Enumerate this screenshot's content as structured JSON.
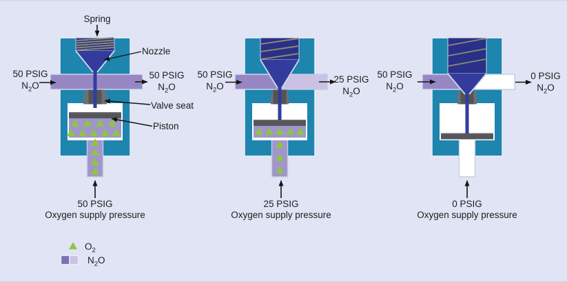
{
  "molecules": {
    "o2": {
      "pre": "O",
      "sub": "2",
      "post": ""
    },
    "n2o": {
      "pre": "N",
      "sub": "2",
      "post": "O"
    }
  },
  "components": {
    "spring": "Spring",
    "nozzle": "Nozzle",
    "valve_seat": "Valve seat",
    "piston": "Piston"
  },
  "supply_caption": "Oxygen supply pressure",
  "valves": [
    {
      "id": "valve-1",
      "inlet_pressure": "50 PSIG",
      "outlet_pressure": "50 PSIG",
      "supply_pressure": "50 PSIG",
      "state": "open",
      "o2_particles": 13
    },
    {
      "id": "valve-2",
      "inlet_pressure": "50 PSIG",
      "outlet_pressure": "25 PSIG",
      "supply_pressure": "25 PSIG",
      "state": "partially-closed",
      "o2_particles": 8
    },
    {
      "id": "valve-3",
      "inlet_pressure": "50 PSIG",
      "outlet_pressure": "0 PSIG",
      "supply_pressure": "0 PSIG",
      "state": "closed",
      "o2_particles": 0
    }
  ],
  "legend": {
    "o2_symbol": "triangle",
    "n2o_symbol": "two-tone-square"
  },
  "colors": {
    "background": "#e0e4f4",
    "body_teal": "#1d85ae",
    "spring_box_navy": "#2a3087",
    "nozzle_navy": "#333c9d",
    "n2o_medium_purple": "#9687c4",
    "o2_chamber_purple": "#a195cb",
    "n2o_light_purple": "#cac1e4",
    "legend_dark_purple": "#7f6fb4",
    "o2_green": "#8dc63f",
    "piston_gray": "#55565a",
    "seat_gray": "#6f7073",
    "seat_dark_gray": "#535458",
    "spring_coil": "#8a8c72",
    "white": "#ffffff",
    "text": "#1d1d1f"
  }
}
